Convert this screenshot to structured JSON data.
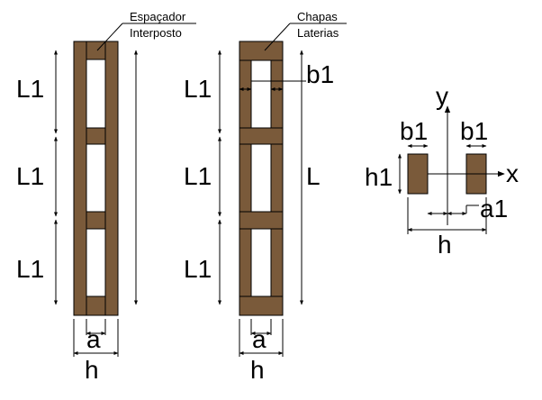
{
  "colors": {
    "wood": "#7a5a3a",
    "line": "#000000",
    "background": "#ffffff"
  },
  "left_column": {
    "label_spacer": "Espaçador",
    "label_spacer_2": "Interposto",
    "dims": [
      "L1",
      "L1",
      "L1"
    ],
    "bottom_a": "a",
    "bottom_h": "h"
  },
  "middle_column": {
    "label_plates": "Chapas",
    "label_plates_2": "Laterias",
    "dims": [
      "L1",
      "L1",
      "L1"
    ],
    "dim_total": "L",
    "dim_b": "b1",
    "bottom_a": "a",
    "bottom_h": "h"
  },
  "cross_section": {
    "axis_y": "y",
    "axis_x": "x",
    "b_left": "b1",
    "b_right": "b1",
    "h1": "h1",
    "a1": "a1",
    "h": "h"
  }
}
